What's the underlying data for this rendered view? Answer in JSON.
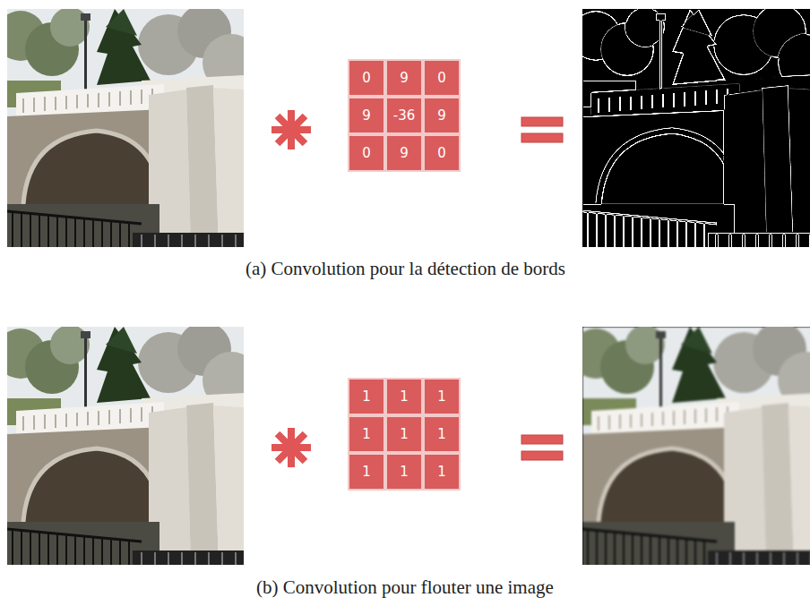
{
  "diagram": {
    "labels": [
      "0",
      "9",
      "0",
      "9",
      "-36",
      "9",
      "0",
      "9",
      "0",
      "(a) Convolution pour la détection de bords",
      "1",
      "1",
      "1",
      "1",
      "1",
      "1",
      "1",
      "1",
      "1",
      "(b) Convolution pour flouter une image"
    ]
  }
}
